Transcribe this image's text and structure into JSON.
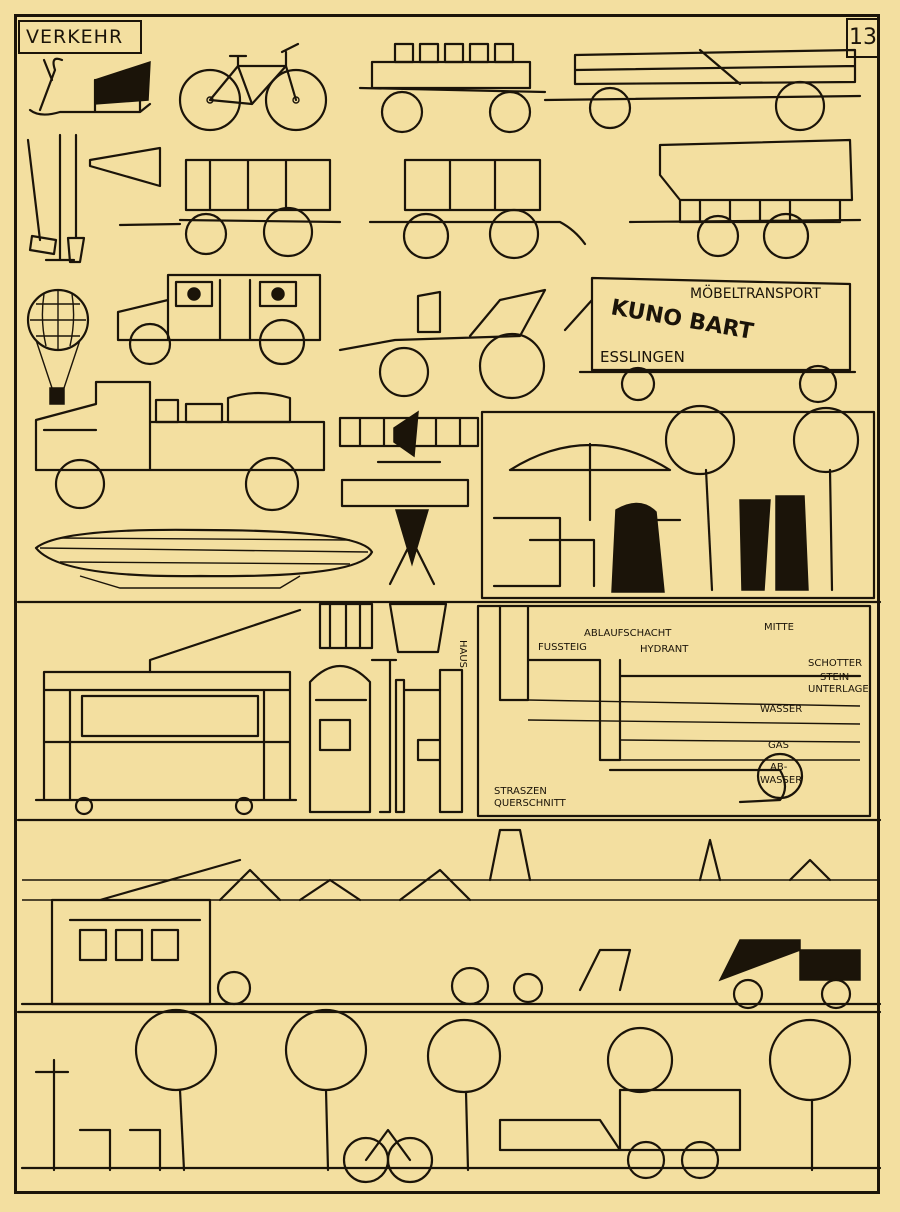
{
  "header": {
    "title": "VERKEHR",
    "page_number": "13"
  },
  "sign": {
    "line1": "MÖBELTRANSPORT",
    "line2": "KUNO BART",
    "line3": "ESSLINGEN"
  },
  "street_section": {
    "haus": "HAUS",
    "fussteig": "FUSSTEIG",
    "ablaufschacht": "ABLAUFSCHACHT",
    "hydrant": "HYDRANT",
    "mitte": "MITTE",
    "schotter": "SCHOTTER",
    "stein": "STEIN",
    "unterlage": "UNTERLAGE",
    "wasser": "WASSER",
    "gas": "GAS",
    "ab": "AB-",
    "abwasser": "WASSER",
    "caption1": "STRASZEN",
    "caption2": "QUERSCHNITT"
  },
  "colors": {
    "paper": "#f3dfa0",
    "ink": "#1b1409"
  }
}
